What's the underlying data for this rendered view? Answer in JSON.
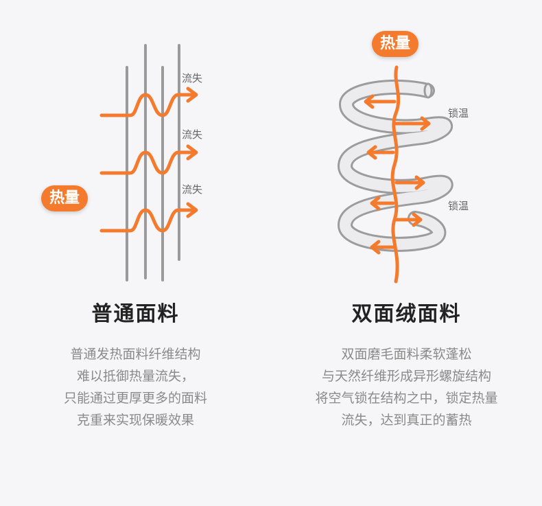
{
  "left": {
    "badge": "热量",
    "loss_labels": [
      "流失",
      "流失",
      "流失"
    ],
    "title": "普通面料",
    "desc": [
      "普通发热面料纤维结构",
      "难以抵御热量流失，",
      "只能通过更厚更多的面料",
      "克重来实现保暖效果"
    ]
  },
  "right": {
    "badge": "热量",
    "lock_labels": [
      "锁温",
      "锁温"
    ],
    "title": "双面绒面料",
    "desc": [
      "双面磨毛面料柔软蓬松",
      "与天然纤维形成异形螺旋结构",
      "将空气锁在结构之中，锁定热量",
      "流失，达到真正的蓄热"
    ]
  },
  "colors": {
    "accent": "#f47b2e",
    "fiber": "#999999",
    "text": "#222222",
    "muted": "#8a8a8a"
  }
}
